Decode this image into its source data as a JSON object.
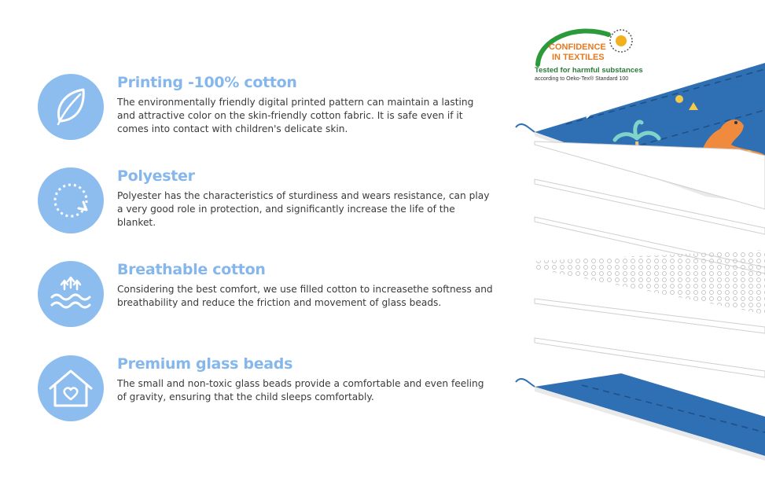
{
  "features": [
    {
      "title": "Printing -100% cotton",
      "description": "The environmentally friendly digital printed pattern can maintain a lasting and attractive color on the skin-friendly cotton fabric. It is safe even if it comes into contact with children's delicate skin.",
      "icon": "leaf-icon"
    },
    {
      "title": "Polyester",
      "description": "Polyester has the characteristics of sturdiness and wears resistance, can play a very good role in protection, and significantly increase the life of the blanket.",
      "icon": "circular-arrow-icon"
    },
    {
      "title": "Breathable cotton",
      "description": "Considering the best comfort, we use filled cotton to increasethe softness and breathability and reduce the friction and movement of glass beads.",
      "icon": "airflow-waves-icon"
    },
    {
      "title": "Premium glass beads",
      "description": "The small and non-toxic glass beads provide a comfortable and even feeling of gravity, ensuring that the child sleeps comfortably.",
      "icon": "house-heart-icon"
    }
  ],
  "certification": {
    "line1": "CONFIDENCE",
    "line2": "IN TEXTILES",
    "tested": "Tested for harmful substances",
    "standard": "according to Oeko-Tex® Standard 100"
  },
  "colors": {
    "accent": "#86b7ec",
    "icon_circle": "#8cbdee",
    "fabric_blue": "#2f6fb3",
    "logo_orange": "#e5791f",
    "logo_green": "#2a7a3a"
  }
}
